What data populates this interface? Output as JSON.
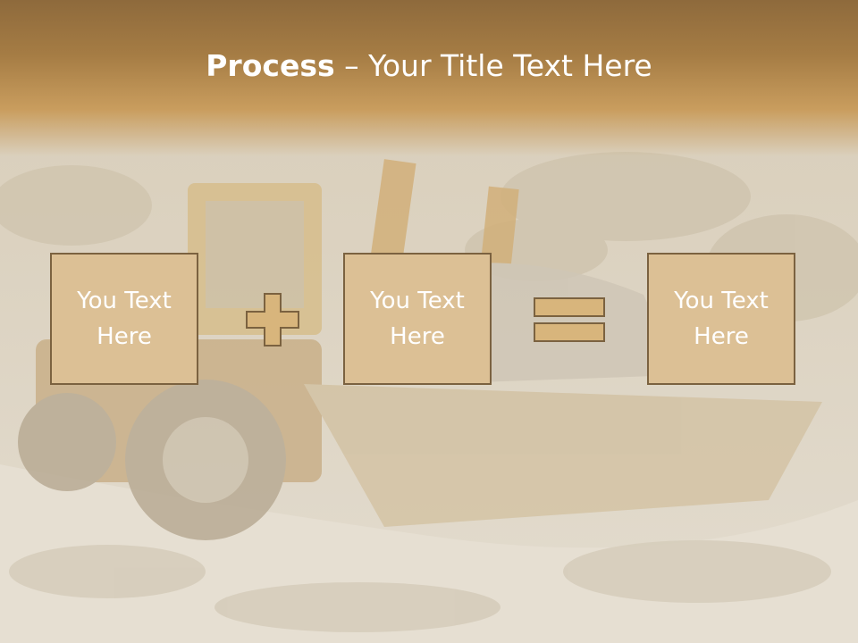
{
  "slide": {
    "title_bold": "Process",
    "title_rest": " – Your Title Text Here",
    "boxes": [
      {
        "text": "You Text Here"
      },
      {
        "text": "You Text Here"
      },
      {
        "text": "You Text Here"
      }
    ],
    "operators": [
      "plus-icon",
      "equals-icon"
    ]
  },
  "colors": {
    "header": "#a57c44",
    "box_fill": "#dcc095",
    "box_border": "#7b6240",
    "operator_fill": "#d8b57c"
  }
}
